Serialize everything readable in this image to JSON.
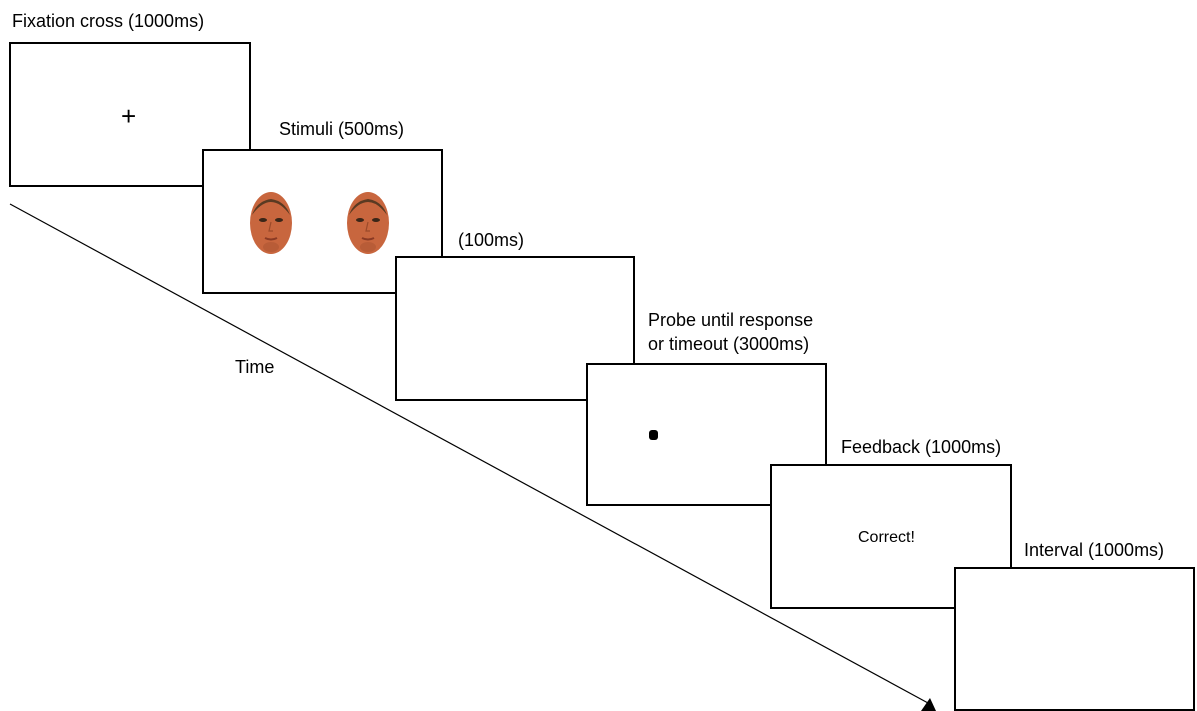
{
  "stages": {
    "fixation": {
      "label": "Fixation cross (1000ms)",
      "content": "+"
    },
    "stimuli": {
      "label": "Stimuli (500ms)",
      "faces": [
        "face-photo-left",
        "face-photo-right"
      ]
    },
    "blank": {
      "label": "(100ms)"
    },
    "probe": {
      "label_line1": "Probe until response",
      "label_line2": "or timeout (3000ms)"
    },
    "feedback": {
      "label": "Feedback (1000ms)",
      "content": "Correct!"
    },
    "interval": {
      "label": "Interval (1000ms)"
    }
  },
  "time_axis": {
    "label": "Time",
    "arrowhead": "triangle-down"
  },
  "colors": {
    "face_skin": "#c8663e",
    "face_shadow": "#9c4a2a",
    "hair": "#5a3a22",
    "stroke": "#000000"
  }
}
